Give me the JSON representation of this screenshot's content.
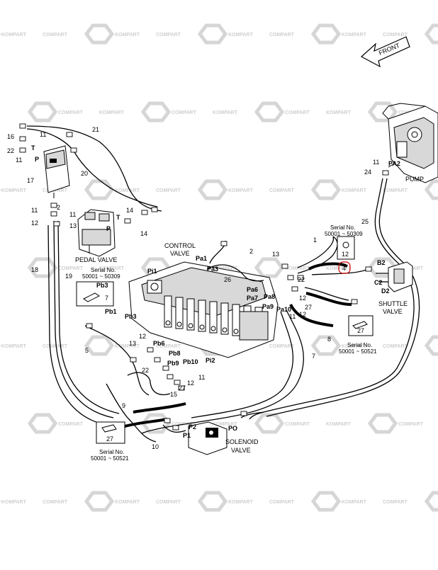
{
  "watermark": {
    "text_a": "KOMPART",
    "text_b": "COMPART"
  },
  "front_arrow": {
    "label": "FRONT"
  },
  "components": {
    "pump": "PUMP",
    "pedal_valve": "PEDAL VALVE",
    "control_valve_l1": "CONTROL",
    "control_valve_l2": "VALVE",
    "shuttle_valve_l1": "SHUTTLE",
    "shuttle_valve_l2": "VALVE",
    "solenoid_valve_l1": "SOLENOID",
    "solenoid_valve_l2": "VALVE"
  },
  "serial_notes": {
    "a_label": "Serial No.",
    "a_range": "50001 ~ 50309",
    "b_label": "Serial No.",
    "b_range": "50001 ~ 50309",
    "c_label": "Serial No.",
    "c_range": "50001 ~ 50521",
    "d_label": "Serial No.",
    "d_range": "50001 ~ 50521"
  },
  "callouts": {
    "c16": "16",
    "c11a": "11",
    "c21": "21",
    "c22a": "22",
    "c11b": "11",
    "cT1": "T",
    "cP1": "P",
    "c20": "20",
    "c17": "17",
    "c11c": "11",
    "c2": "2",
    "c11d": "11",
    "c12a": "12",
    "c13a": "13",
    "c14a": "14",
    "c14b": "14",
    "c18": "18",
    "c19": "19",
    "cT2": "T",
    "cP2": "P",
    "cPb3a": "Pb3",
    "c7a": "7",
    "cPb1": "Pb1",
    "cPb3b": "Pb3",
    "cPi1": "Pi1",
    "cPa1": "Pa1",
    "cPa3": "Pa3",
    "c26": "26",
    "c2b": "2",
    "c1": "1",
    "c13b": "13",
    "c12b": "12",
    "c4": "4",
    "cPa6": "Pa6",
    "cPa7": "Pa7",
    "cPa8": "Pa8",
    "cPa9": "Pa9",
    "cPa10": "Pa10",
    "c22b": "22",
    "c12c": "12",
    "c11e": "11",
    "c27a": "27",
    "c12d": "12",
    "cB2": "B2",
    "cC2": "C2",
    "cD2": "D2",
    "c11f": "11",
    "c24": "24",
    "cPA2": "PA2",
    "c25": "25",
    "c5": "5",
    "c13c": "13",
    "c12e": "12",
    "cPb6": "Pb6",
    "cPb8": "Pb8",
    "cPb9": "Pb9",
    "cPb10": "Pb10",
    "cPi2": "Pi2",
    "c22c": "22",
    "c12f": "12",
    "c15": "15",
    "c27b": "27",
    "c11g": "11",
    "c8": "8",
    "c7b": "7",
    "c27c": "27",
    "c9": "9",
    "c27d": "27",
    "c10": "10",
    "cP2b": "P2",
    "cP1b": "P1",
    "cPO": "PO"
  }
}
